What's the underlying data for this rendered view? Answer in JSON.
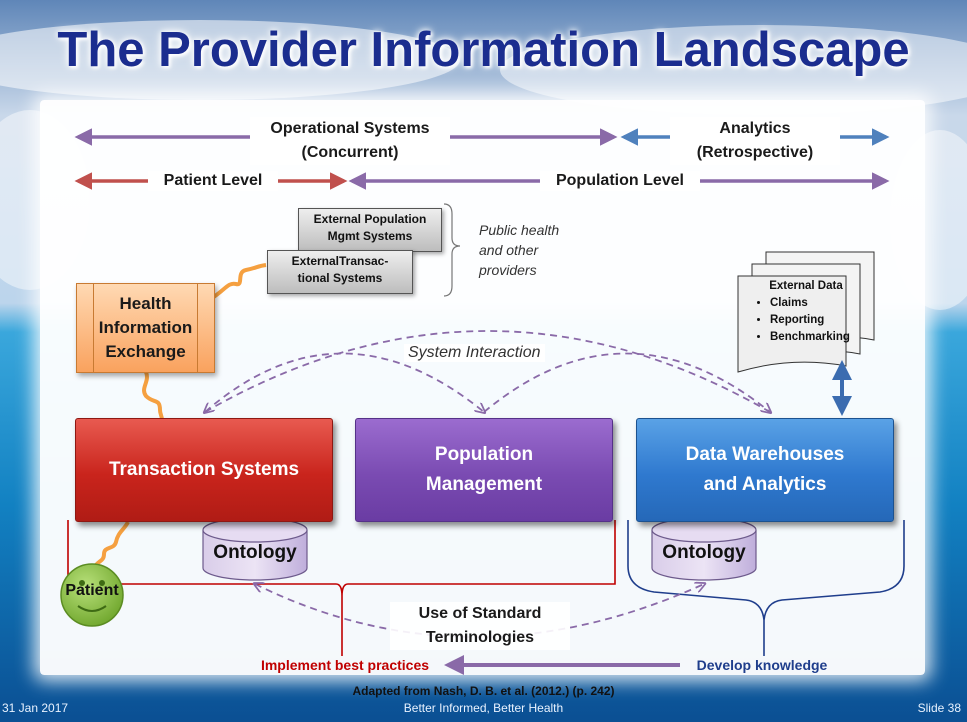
{
  "slide": {
    "title": "The Provider Information Landscape",
    "footer_date": "31 Jan 2017",
    "footer_center": "Better Informed, Better Health",
    "footer_slide": "Slide 38",
    "citation": "Adapted from Nash, D. B. et al. (2012.) (p. 242)"
  },
  "top_axis": {
    "operational_line1": "Operational Systems",
    "operational_line2": "(Concurrent)",
    "analytics_line1": "Analytics",
    "analytics_line2": "(Retrospective)",
    "patient_level": "Patient Level",
    "population_level": "Population Level"
  },
  "external": {
    "population_mgmt_line1": "External Population",
    "population_mgmt_line2": "Mgmt Systems",
    "transactional_line1": "ExternalTransac-",
    "transactional_line2": "tional Systems",
    "note_line1": "Public health",
    "note_line2": "and other",
    "note_line3": "providers"
  },
  "hie": {
    "line1": "Health",
    "line2": "Information",
    "line3": "Exchange"
  },
  "external_data": {
    "title": "External Data",
    "items": [
      "Claims",
      "Reporting",
      "Benchmarking"
    ]
  },
  "interaction_label": "System Interaction",
  "boxes": {
    "transaction": "Transaction Systems",
    "population_line1": "Population",
    "population_line2": "Management",
    "warehouse_line1": "Data Warehouses",
    "warehouse_line2": "and Analytics"
  },
  "ontology_label": "Ontology",
  "patient_label": "Patient",
  "terminologies": {
    "line1": "Use of Standard",
    "line2": "Terminologies"
  },
  "bottom": {
    "best_practices": "Implement best practices",
    "develop_knowledge": "Develop knowledge"
  },
  "colors": {
    "title": "#1b2d8f",
    "operational_arrow": "#8a6aa8",
    "analytics_arrow": "#4f81bd",
    "patient_arrow": "#c0504d",
    "best_practices": "#c00000",
    "develop_knowledge": "#1f3e8c"
  }
}
